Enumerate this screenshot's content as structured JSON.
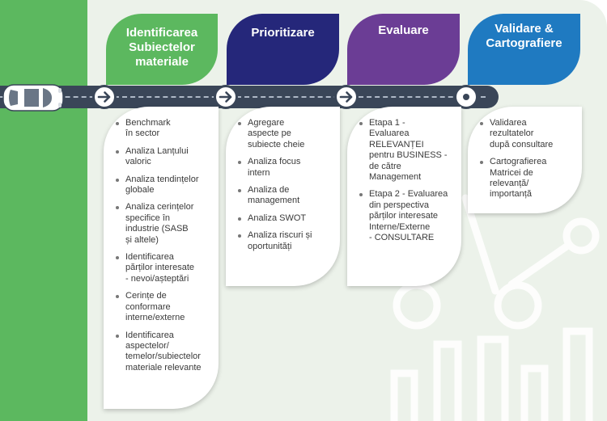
{
  "colors": {
    "stage1": "#5cb85f",
    "stage2": "#25277a",
    "stage3": "#6b3d95",
    "stage4": "#1f7ac1",
    "road": "#3a4658",
    "background_panel": "#ecf2ea",
    "left_band": "#5cb85f"
  },
  "icons": {
    "car": "car-icon",
    "arrow_node": "arrow-right-icon",
    "end_node": "dot-icon",
    "decoration": "network-buildings-icon"
  },
  "stages": [
    {
      "title": "Identificarea\nSubiectelor\nmateriale",
      "items": [
        "Benchmark\nîn sector",
        "Analiza Lanțului\nvaloric",
        "Analiza tendințelor\nglobale",
        "Analiza cerințelor\nspecifice în\nindustrie (SASB\nși altele)",
        "Identificarea\npărților interesate\n- nevoi/așteptări",
        "Cerințe de\nconformare\ninterne/externe",
        "Identificarea\naspectelor/\ntemelor/subiectelor\nmateriale relevante"
      ]
    },
    {
      "title": "Prioritizare",
      "items": [
        "Agregare\naspecte pe\nsubiecte cheie",
        "Analiza focus\nintern",
        "Analiza de\nmanagement",
        "Analiza SWOT",
        "Analiza riscuri și\noportunități"
      ]
    },
    {
      "title": "Evaluare",
      "items": [
        "Etapa 1 -\nEvaluarea\nRELEVANȚEI\npentru BUSINESS -\nde către\nManagement",
        "Etapa 2 - Evaluarea\ndin perspectiva\npărților interesate\nInterne/Externe\n- CONSULTARE"
      ]
    },
    {
      "title": "Validare &\nCartografiere",
      "items": [
        "Validarea\nrezultatelor\ndupă consultare",
        "Cartografierea\nMatricei de\nrelevanță/\nimportanță"
      ]
    }
  ]
}
